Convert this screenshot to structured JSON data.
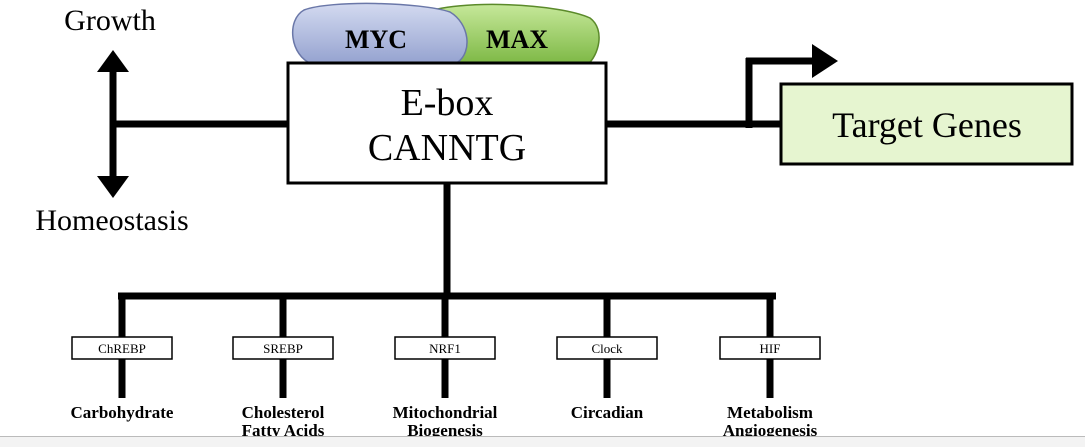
{
  "labels": {
    "growth": "Growth",
    "homeostasis": "Homeostasis",
    "myc": "MYC",
    "max": "MAX",
    "ebox_line1": "E-box",
    "ebox_line2": "CANNTG",
    "target_genes": "Target Genes"
  },
  "factors": [
    {
      "name": "ChREBP",
      "process": [
        "Carbohydrate"
      ]
    },
    {
      "name": "SREBP",
      "process": [
        "Cholesterol",
        "Fatty Acids"
      ]
    },
    {
      "name": "NRF1",
      "process": [
        "Mitochondrial",
        "Biogenesis"
      ]
    },
    {
      "name": "Clock",
      "process": [
        "Circadian"
      ]
    },
    {
      "name": "HIF",
      "process": [
        "Metabolism",
        "Angiogenesis"
      ]
    }
  ],
  "colors": {
    "myc_fill": "#aeb9dd",
    "max_fill": "#9ccc5a",
    "target_fill": "#e6f5d0",
    "line": "#000000"
  }
}
